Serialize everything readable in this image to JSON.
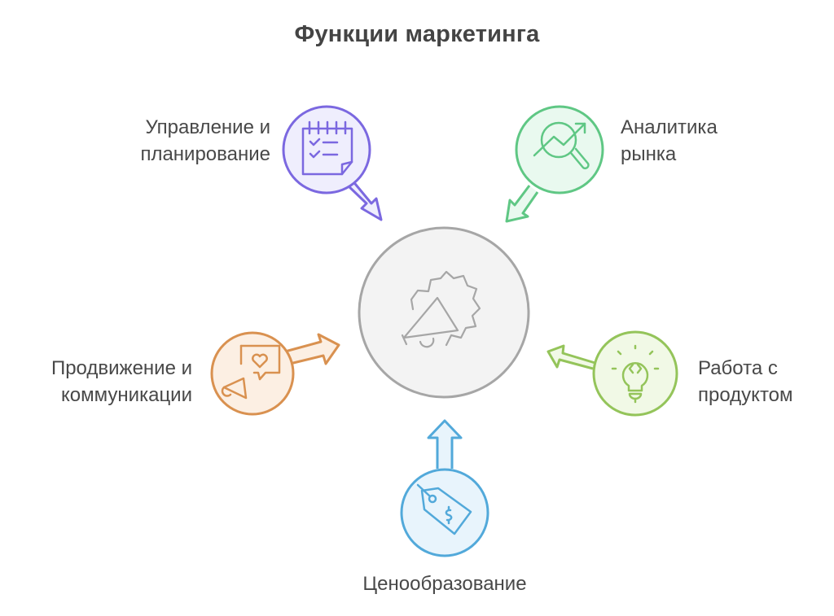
{
  "title": "Функции маркетинга",
  "center": {
    "icon": "megaphone-burst-icon",
    "fill": "#f3f3f3",
    "stroke": "#a6a6a6"
  },
  "nodes": [
    {
      "id": "planning",
      "lines": [
        "Управление и",
        "планирование"
      ],
      "icon": "checklist-notepad-icon",
      "stroke": "#7b68e0",
      "fill": "#efeefd"
    },
    {
      "id": "analytics",
      "lines": [
        "Аналитика",
        "рынка"
      ],
      "icon": "market-analysis-icon",
      "stroke": "#5fc784",
      "fill": "#e9f9ef"
    },
    {
      "id": "promotion",
      "lines": [
        "Продвижение и",
        "коммуникации"
      ],
      "icon": "megaphone-chat-heart-icon",
      "stroke": "#d99150",
      "fill": "#fcefe3"
    },
    {
      "id": "product",
      "lines": [
        "Работа с",
        "продуктом"
      ],
      "icon": "lightbulb-code-icon",
      "stroke": "#94c45a",
      "fill": "#f1f9e6"
    },
    {
      "id": "pricing",
      "lines": [
        "Ценообразование"
      ],
      "icon": "price-tag-icon",
      "stroke": "#52a9da",
      "fill": "#e8f4fc"
    }
  ]
}
